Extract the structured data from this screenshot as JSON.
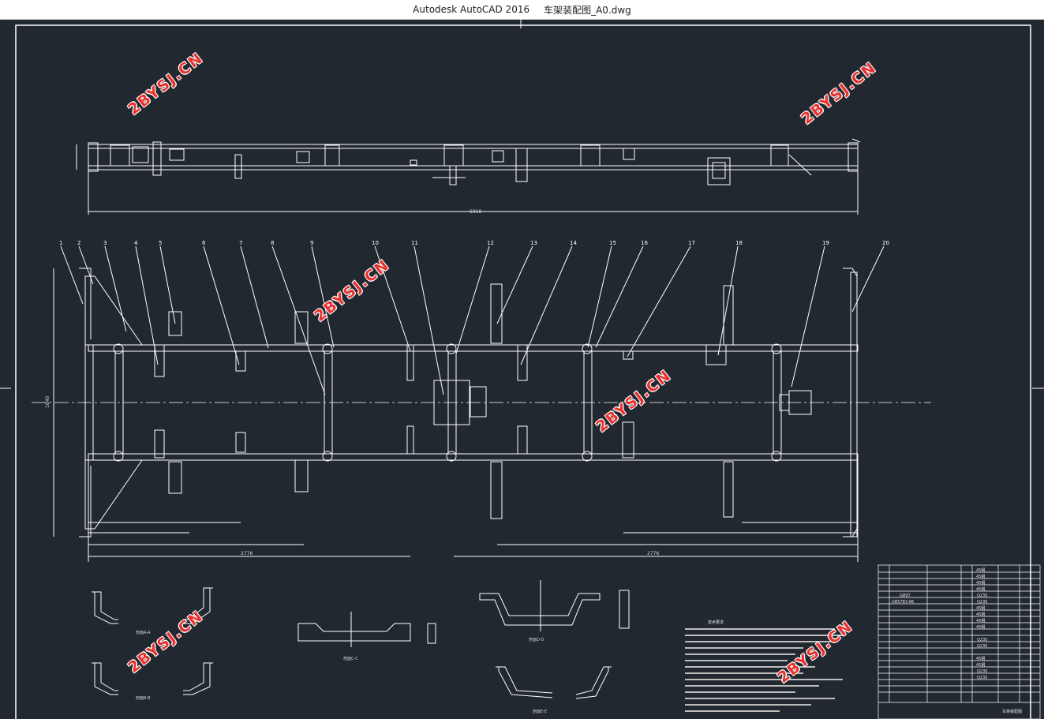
{
  "window": {
    "app_name": "Autodesk AutoCAD 2016",
    "file_name": "车架装配图_A0.dwg"
  },
  "watermark": {
    "text": "2BYSJ.CN",
    "color": "#e8322f"
  },
  "colors": {
    "background": "#212830",
    "lines": "#ffffff",
    "dimension": "#d8d8d8"
  },
  "drawing": {
    "top_view_dimension": "6318",
    "height_dimension": "1840",
    "overall_dimensions": [
      "2776",
      "2776"
    ],
    "callouts": [
      "1",
      "2",
      "3",
      "4",
      "5",
      "6",
      "7",
      "8",
      "9",
      "10",
      "11",
      "12",
      "13",
      "14",
      "15",
      "16",
      "17",
      "18",
      "19",
      "20"
    ],
    "sections": [
      "剖面A-A",
      "剖面B-B",
      "剖面C-C",
      "剖面D-D",
      "剖面E-E"
    ],
    "notes_title": "技术要求",
    "title_block_name": "车架装配图",
    "parts_table_std": [
      "GB97",
      "GB5783-86"
    ],
    "parts_table_material": [
      "45钢",
      "Q235"
    ]
  }
}
